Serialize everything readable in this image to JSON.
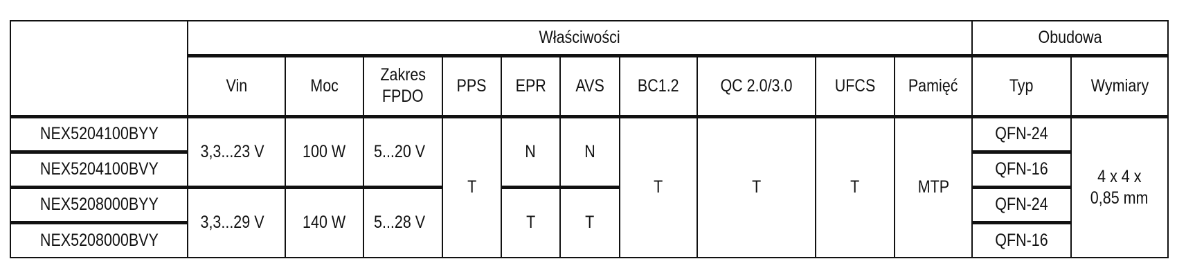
{
  "header": {
    "group_properties": "Właściwości",
    "group_package": "Obudowa",
    "columns": [
      "Vin",
      "Moc",
      "Zakres FPDO",
      "PPS",
      "EPR",
      "AVS",
      "BC1.2",
      "QC 2.0/3.0",
      "UFCS",
      "Pamięć",
      "Typ",
      "Wymiary"
    ],
    "fpdo_line1": "Zakres",
    "fpdo_line2": "FPDO"
  },
  "rows": [
    {
      "part": "NEX5204100BYY",
      "type": "QFN-24"
    },
    {
      "part": "NEX5204100BVY",
      "type": "QFN-16"
    },
    {
      "part": "NEX5208000BYY",
      "type": "QFN-24"
    },
    {
      "part": "NEX5208000BVY",
      "type": "QFN-16"
    }
  ],
  "groups": [
    {
      "vin": "3,3...23 V",
      "power": "100 W",
      "fpdo": "5...20 V",
      "epr": "N",
      "avs": "N"
    },
    {
      "vin": "3,3...29 V",
      "power": "140 W",
      "fpdo": "5...28 V",
      "epr": "T",
      "avs": "T"
    }
  ],
  "shared": {
    "pps": "T",
    "bc12": "T",
    "qc": "T",
    "ufcs": "T",
    "memory": "MTP",
    "dim_line1": "4 x 4 x",
    "dim_line2": "0,85 mm"
  }
}
